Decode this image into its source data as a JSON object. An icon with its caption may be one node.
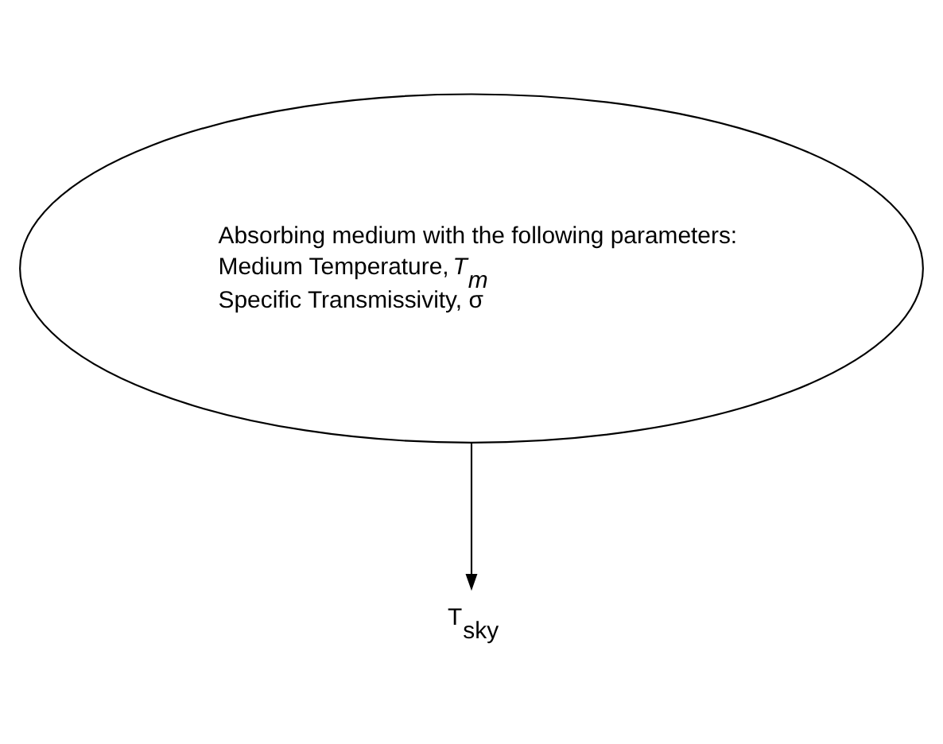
{
  "diagram": {
    "nodes": [
      {
        "text": [
          "Absorbing medium with the following parameters:",
          "Medium Temperature, *T$_{m}$*",
          "Specific Transmissivity, σ"
        ]
      },
      {
        "text": [
          "T$_{sky}$"
        ]
      }
    ],
    "edges": [
      {
        "from": 0,
        "to": 1,
        "arrow": "to"
      }
    ]
  }
}
